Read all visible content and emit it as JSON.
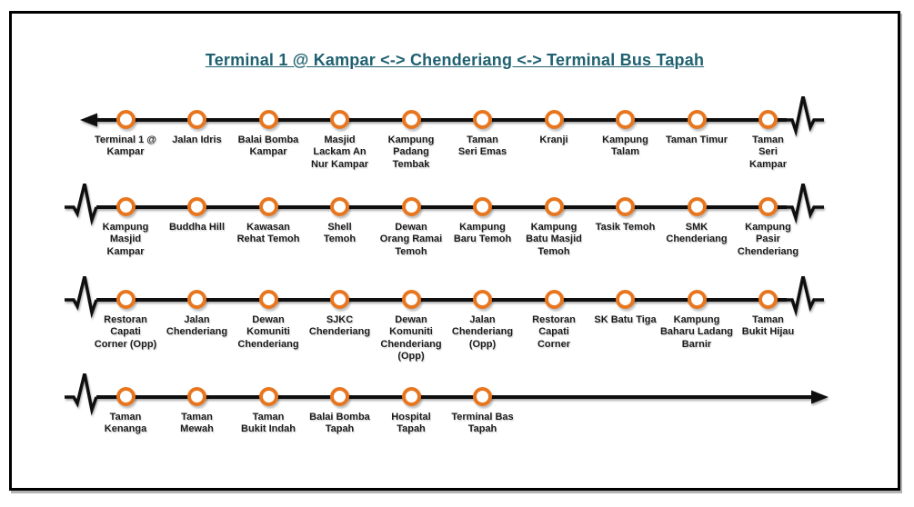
{
  "title": "Terminal 1 @ Kampar <-> Chenderiang <-> Terminal Bus Tapah",
  "colors": {
    "title_teal": "#1F6170",
    "node_orange": "#E8761E",
    "line_black": "#0f0f0f"
  },
  "route": {
    "rows": [
      {
        "left_end": "arrow",
        "right_end": "pulse",
        "stations": [
          [
            "Terminal 1 @",
            "Kampar"
          ],
          [
            "Jalan Idris"
          ],
          [
            "Balai Bomba",
            "Kampar"
          ],
          [
            "Masjid",
            "Lackam An",
            "Nur Kampar"
          ],
          [
            "Kampung",
            "Padang",
            "Tembak"
          ],
          [
            "Taman",
            "Seri Emas"
          ],
          [
            "Kranji"
          ],
          [
            "Kampung",
            "Talam"
          ],
          [
            "Taman Timur"
          ],
          [
            "Taman",
            "Seri",
            "Kampar"
          ]
        ]
      },
      {
        "left_end": "pulse",
        "right_end": "pulse",
        "stations": [
          [
            "Kampung",
            "Masjid",
            "Kampar"
          ],
          [
            "Buddha Hill"
          ],
          [
            "Kawasan",
            "Rehat Temoh"
          ],
          [
            "Shell",
            "Temoh"
          ],
          [
            "Dewan",
            "Orang Ramai",
            "Temoh"
          ],
          [
            "Kampung",
            "Baru Temoh"
          ],
          [
            "Kampung",
            "Batu Masjid",
            "Temoh"
          ],
          [
            "Tasik Temoh"
          ],
          [
            "SMK",
            "Chenderiang"
          ],
          [
            "Kampung",
            "Pasir",
            "Chenderiang"
          ]
        ]
      },
      {
        "left_end": "pulse",
        "right_end": "pulse",
        "stations": [
          [
            "Restoran",
            "Capati",
            "Corner (Opp)"
          ],
          [
            "Jalan",
            "Chenderiang"
          ],
          [
            "Dewan",
            "Komuniti",
            "Chenderiang"
          ],
          [
            "SJKC",
            "Chenderiang"
          ],
          [
            "Dewan",
            "Komuniti",
            "Chenderiang",
            "(Opp)"
          ],
          [
            "Jalan",
            "Chenderiang",
            "(Opp)"
          ],
          [
            "Restoran",
            "Capati",
            "Corner"
          ],
          [
            "SK Batu Tiga"
          ],
          [
            "Kampung",
            "Baharu Ladang",
            "Barnir"
          ],
          [
            "Taman",
            "Bukit Hijau"
          ]
        ]
      },
      {
        "left_end": "pulse",
        "right_end": "arrow",
        "stations": [
          [
            "Taman",
            "Kenanga"
          ],
          [
            "Taman",
            "Mewah"
          ],
          [
            "Taman",
            "Bukit Indah"
          ],
          [
            "Balai Bomba",
            "Tapah"
          ],
          [
            "Hospital",
            "Tapah"
          ],
          [
            "Terminal Bas",
            "Tapah"
          ]
        ]
      }
    ]
  }
}
